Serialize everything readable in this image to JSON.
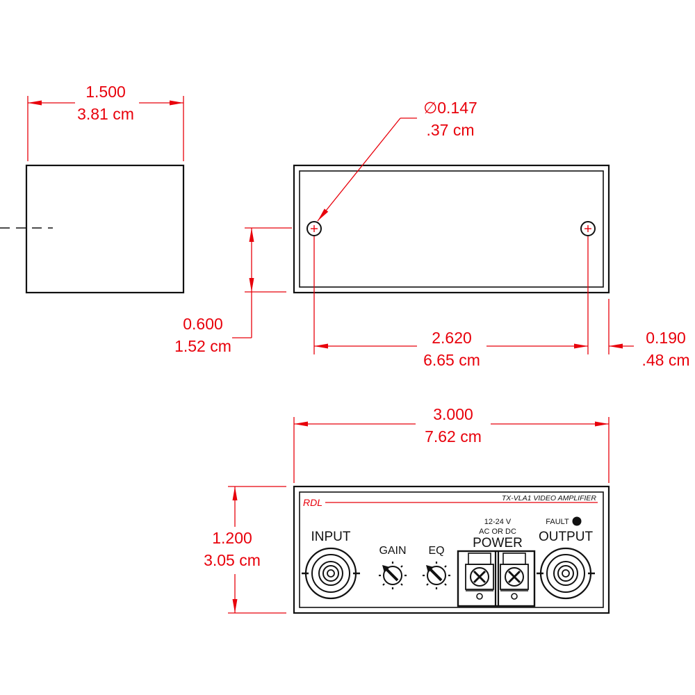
{
  "colors": {
    "dimension": "#e8000b",
    "outline": "#111111",
    "label_red": "#e8000b"
  },
  "dimensions": {
    "side_width": {
      "inches": "1.500",
      "cm": "3.81 cm"
    },
    "hole_diameter": {
      "symbol": "∅",
      "inches": "0.147",
      "cm": ".37 cm"
    },
    "hole_height": {
      "inches": "0.600",
      "cm": "1.52 cm"
    },
    "hole_spacing": {
      "inches": "2.620",
      "cm": "6.65 cm"
    },
    "edge_offset": {
      "inches": "0.190",
      "cm": ".48 cm"
    },
    "front_width": {
      "inches": "3.000",
      "cm": "7.62 cm"
    },
    "front_height": {
      "inches": "1.200",
      "cm": "3.05 cm"
    }
  },
  "panel": {
    "brand": "RDL",
    "model": "TX-VLA1  VIDEO AMPLIFIER",
    "input_label": "INPUT",
    "gain_label": "GAIN",
    "eq_label": "EQ",
    "voltage_label": "12-24  V",
    "ac_dc_label": "AC  OR  DC",
    "power_label": "POWER",
    "fault_label": "FAULT",
    "output_label": "OUTPUT"
  },
  "icons": [
    "bnc-connector-icon",
    "trim-pot-icon",
    "screw-terminal-icon",
    "led-indicator-icon",
    "mounting-hole-icon"
  ]
}
